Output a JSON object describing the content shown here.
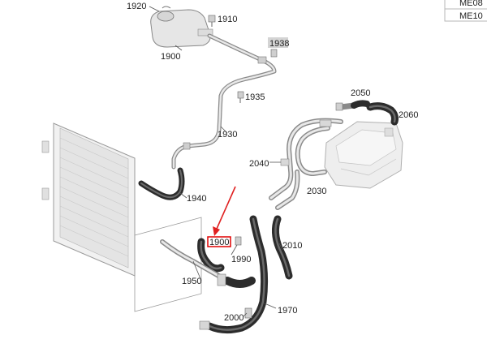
{
  "table": {
    "rows": [
      "ME08",
      "ME10"
    ]
  },
  "parts": {
    "p1920": "1920",
    "p1910": "1910",
    "p1900_top": "1900",
    "p1938": "1938",
    "p1935": "1935",
    "p1930": "1930",
    "p2050": "2050",
    "p2060": "2060",
    "p2040": "2040",
    "p2030": "2030",
    "p1940": "1940",
    "p1900_mid": "1900",
    "p1990": "1990",
    "p2010": "2010",
    "p1950": "1950",
    "p1970": "1970",
    "p2000": "2000"
  },
  "colors": {
    "highlight_box": "#e00000",
    "arrow": "#e02020",
    "label_bg_1938": "#d4d4d4"
  },
  "icons": {
    "arrow": "red-pointer-arrow",
    "highlight": "red-highlight-box"
  }
}
